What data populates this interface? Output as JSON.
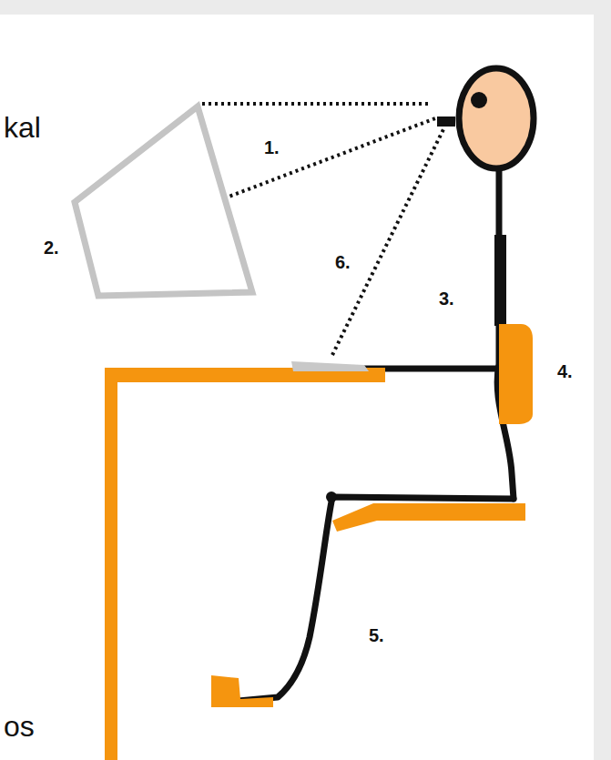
{
  "diagram": {
    "labels": [
      "kal",
      "1.",
      "2.",
      "6.",
      "3.",
      "4.",
      "5.",
      "os"
    ]
  }
}
